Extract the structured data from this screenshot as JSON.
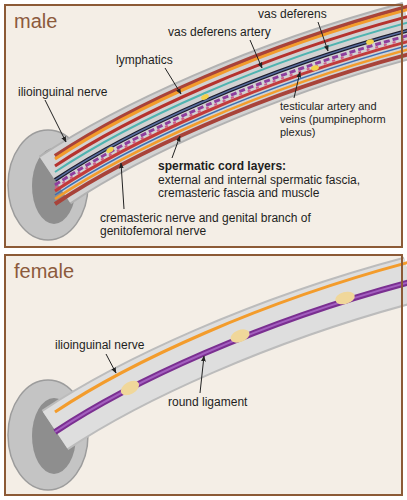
{
  "diagram": {
    "nodes": [
      {
        "text": [
          "male"
        ]
      },
      {
        "text": [
          "female"
        ]
      }
    ],
    "labels": [
      "vas deferens",
      "vas deferens artery",
      "lymphatics",
      "ilioinguinal nerve",
      "testicular artery and veins (pumpinephorm plexus)",
      "spermatic cord layers:",
      "external and internal spermatic fascia, cremasteric fascia and muscle",
      "cremasteric nerve and genital branch of genitofemoral nerve",
      "ilioinguinal nerve",
      "round ligament"
    ]
  }
}
